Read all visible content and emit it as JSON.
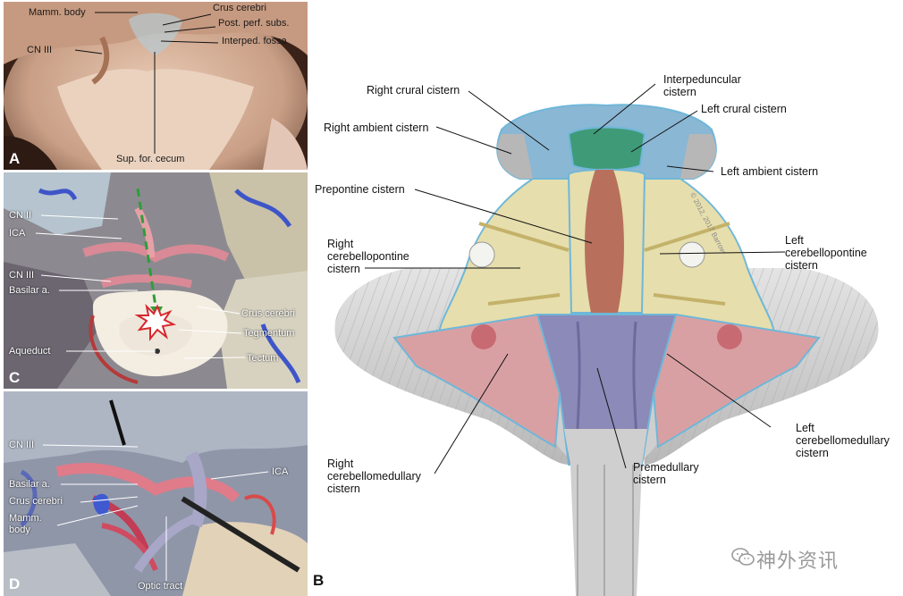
{
  "panels": {
    "A": {
      "letter": "A",
      "labels": [
        "Mamm. body",
        "Crus cerebri",
        "Post. perf. subs.",
        "CN III",
        "Interped. fossa",
        "Sup. for. cecum"
      ]
    },
    "C": {
      "letter": "C",
      "labels": [
        "CN II",
        "ICA",
        "CN III",
        "Basilar a.",
        "Crus cerebri",
        "Tegmentum",
        "Aqueduct",
        "Tectum"
      ]
    },
    "D": {
      "letter": "D",
      "labels": [
        "CN III",
        "Basilar a.",
        "ICA",
        "Crus cerebri",
        "Mamm.",
        "body",
        "Optic tract"
      ]
    },
    "B": {
      "letter": "B",
      "copyright": "© 2012, 2017 Barrow",
      "labels": {
        "interpeduncular": [
          "Interpeduncular",
          "cistern"
        ],
        "right_crural": "Right crural cistern",
        "left_crural": "Left crural cistern",
        "right_ambient": "Right ambient cistern",
        "left_ambient": "Left ambient cistern",
        "prepontine": "Prepontine cistern",
        "right_cp": [
          "Right",
          "cerebellopontine",
          "cistern"
        ],
        "left_cp": [
          "Left",
          "cerebellopontine",
          "cistern"
        ],
        "right_cm": [
          "Right",
          "cerebellomedullary",
          "cistern"
        ],
        "left_cm": [
          "Left",
          "cerebellomedullary",
          "cistern"
        ],
        "premedullary": [
          "Premedullary",
          "cistern"
        ]
      }
    }
  },
  "watermark": "神外资讯",
  "colors": {
    "crural": "#8ab7d4",
    "interpeduncular": "#3f9a78",
    "prepontine": "#b8705c",
    "cerebellopontine": "#e6deac",
    "cerebellomedullary": "#d9a0a3",
    "premedullary": "#8c8ab8",
    "cerebellum": "#d3d3d3",
    "cistern_outline": "#6fb7d9"
  }
}
